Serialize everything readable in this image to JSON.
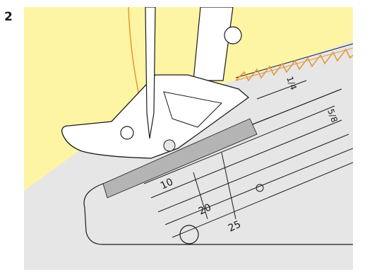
{
  "step": {
    "number": "2"
  },
  "colors": {
    "fabric": "#fdf5a4",
    "stitch": "#e39a3c",
    "thread": "#e8942e",
    "plate": "#e6e6e6",
    "tape": "#b4b4b4",
    "outline": "#1a1a1a"
  },
  "illustration": {
    "icons": [
      "presser-foot-icon",
      "needle-icon",
      "thread-icon",
      "stitch-plate-icon",
      "fabric-icon"
    ],
    "plate_markings": {
      "inch_quarter": "1/4",
      "inch_five_eighths": "5/8",
      "mm_10": "10",
      "mm_20": "20",
      "mm_25": "25"
    }
  }
}
